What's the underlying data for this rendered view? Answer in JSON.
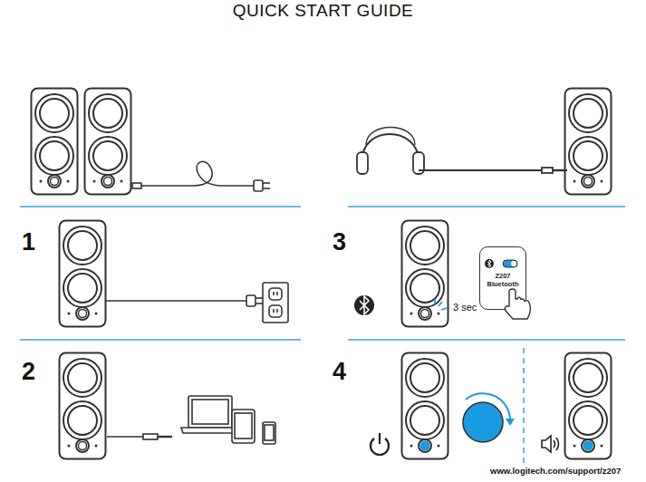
{
  "diagram": {
    "title": "QUICK START GUIDE",
    "nodes": [
      {
        "text": [
          "Z207 Bluetooth"
        ]
      }
    ],
    "labels": [
      "1",
      "2",
      "3",
      "4",
      "3 sec",
      "www.logitech.com/support/z207"
    ]
  }
}
